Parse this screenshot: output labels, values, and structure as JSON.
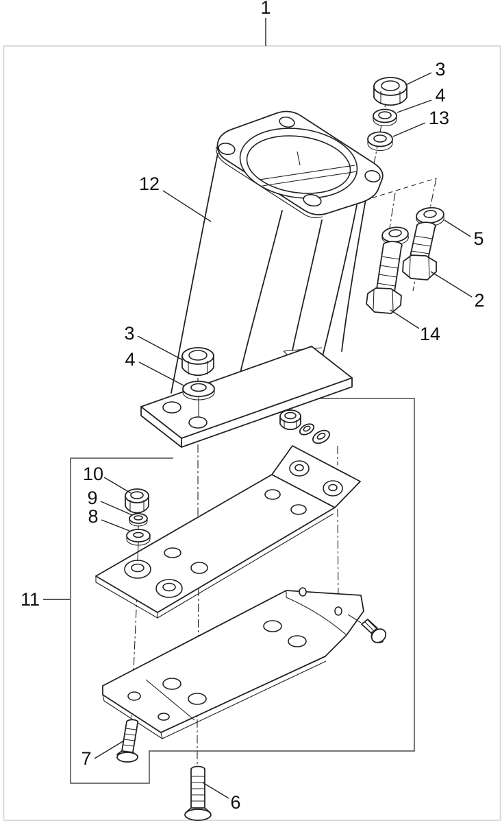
{
  "diagram": {
    "callouts": {
      "n1": "1",
      "n2": "2",
      "n3": "3",
      "n4": "4",
      "n5": "5",
      "n6": "6",
      "n7": "7",
      "n8": "8",
      "n9": "9",
      "n10": "10",
      "n11": "11",
      "n12": "12",
      "n13": "13",
      "n14": "14"
    },
    "colors": {
      "line": "#222222",
      "outer_frame": "#d2d2d2",
      "group_box": "#4a4a4a",
      "background": "#ffffff"
    }
  }
}
